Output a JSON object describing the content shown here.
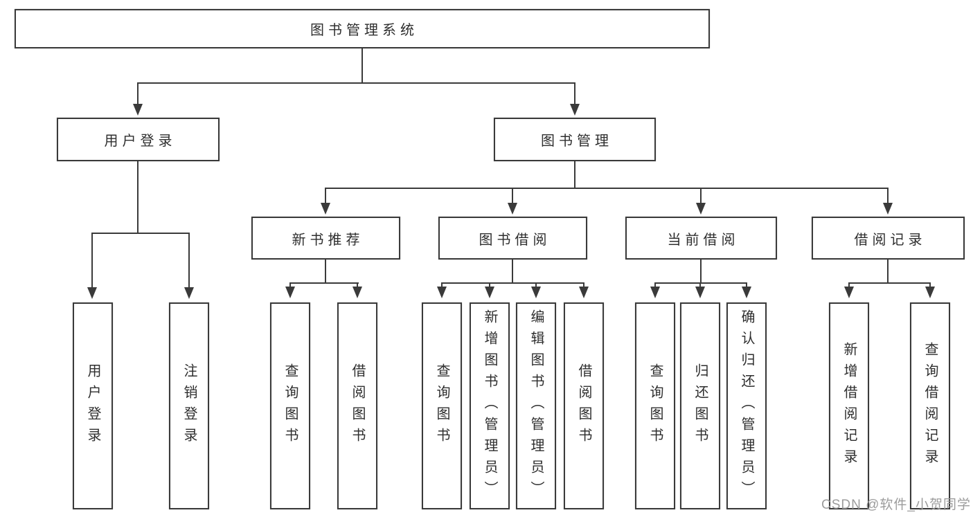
{
  "diagram": {
    "root": {
      "label": "图书管理系统"
    },
    "user_login": {
      "label": "用户登录",
      "children": [
        {
          "label": "用户登录"
        },
        {
          "label": "注销登录"
        }
      ]
    },
    "book_mgmt": {
      "label": "图书管理",
      "sections": [
        {
          "label": "新书推荐",
          "children": [
            {
              "label": "查询图书"
            },
            {
              "label": "借阅图书"
            }
          ]
        },
        {
          "label": "图书借阅",
          "children": [
            {
              "label": "查询图书"
            },
            {
              "label": "新增图书（管理员）"
            },
            {
              "label": "编辑图书（管理员）"
            },
            {
              "label": "借阅图书"
            }
          ]
        },
        {
          "label": "当前借阅",
          "children": [
            {
              "label": "查询图书"
            },
            {
              "label": "归还图书"
            },
            {
              "label": "确认归还（管理员）"
            }
          ]
        },
        {
          "label": "借阅记录",
          "children": [
            {
              "label": "新增借阅记录"
            },
            {
              "label": "查询借阅记录"
            }
          ]
        }
      ]
    }
  },
  "colors": {
    "line": "#3a3a3a",
    "text": "#2e2e2e",
    "watermark": "#9c9c9c",
    "background": "#ffffff"
  },
  "watermark": "CSDN @软件_小贺同学"
}
